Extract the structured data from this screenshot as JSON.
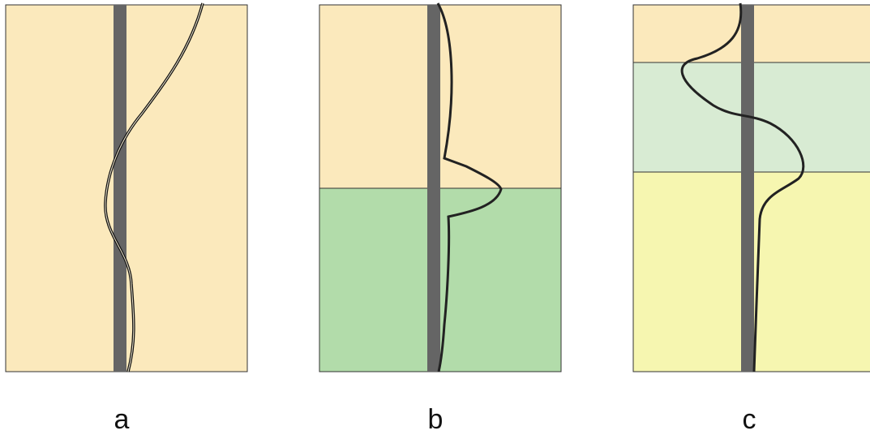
{
  "colors": {
    "upper_layer": "#fbe9bc",
    "middle_layer_b": "#b2dcaa",
    "middle_layer_c": "#d8ebd3",
    "lower_layer_c": "#f6f6b0",
    "borehole": "#656565",
    "curve": "#111111",
    "border": "#333333"
  },
  "panels": [
    {
      "label": "a"
    },
    {
      "label": "b"
    },
    {
      "label": "c"
    }
  ]
}
